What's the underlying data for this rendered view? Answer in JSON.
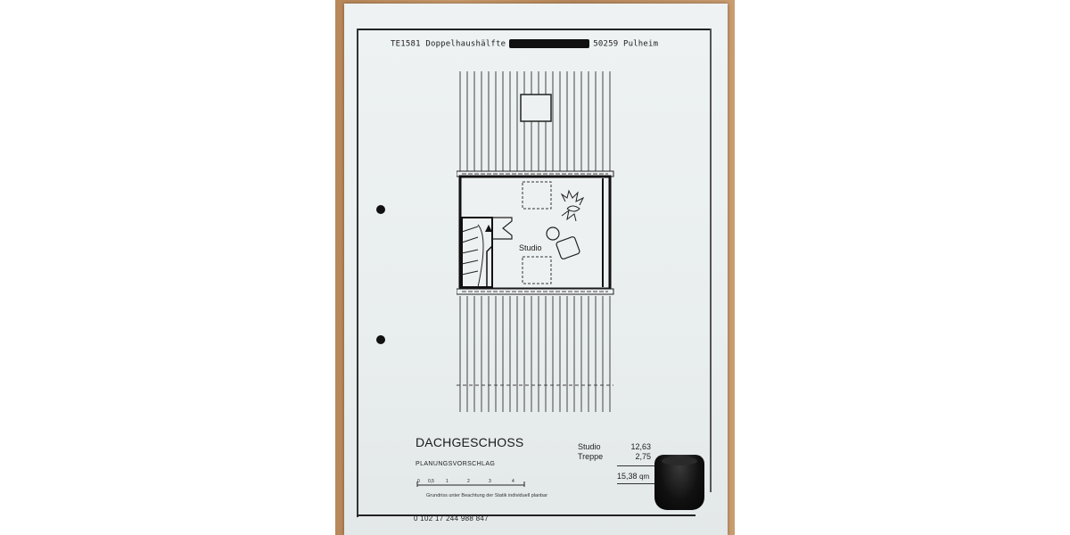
{
  "document": {
    "header_prefix": "TE1581 Doppelhaushälfte",
    "header_suffix": "50259 Pulheim",
    "room_label": "Studio",
    "title": "DACHGESCHOSS",
    "subtitle": "PLANUNGSVORSCHLAG",
    "scale_ticks": [
      "0",
      "0,5",
      "1",
      "2",
      "3",
      "4"
    ],
    "note": "Grundriss unter Beachtung der Statik individuell planbar",
    "doc_number": "0 102 17 244 988 847",
    "areas": [
      {
        "label": "Studio",
        "value": "12,63"
      },
      {
        "label": "Treppe",
        "value": "2,75"
      }
    ],
    "total_value": "15,38",
    "total_unit": "qm"
  },
  "colors": {
    "wood": "#c0915f",
    "paper": "#eceff0",
    "ink": "#1a1a1a"
  }
}
